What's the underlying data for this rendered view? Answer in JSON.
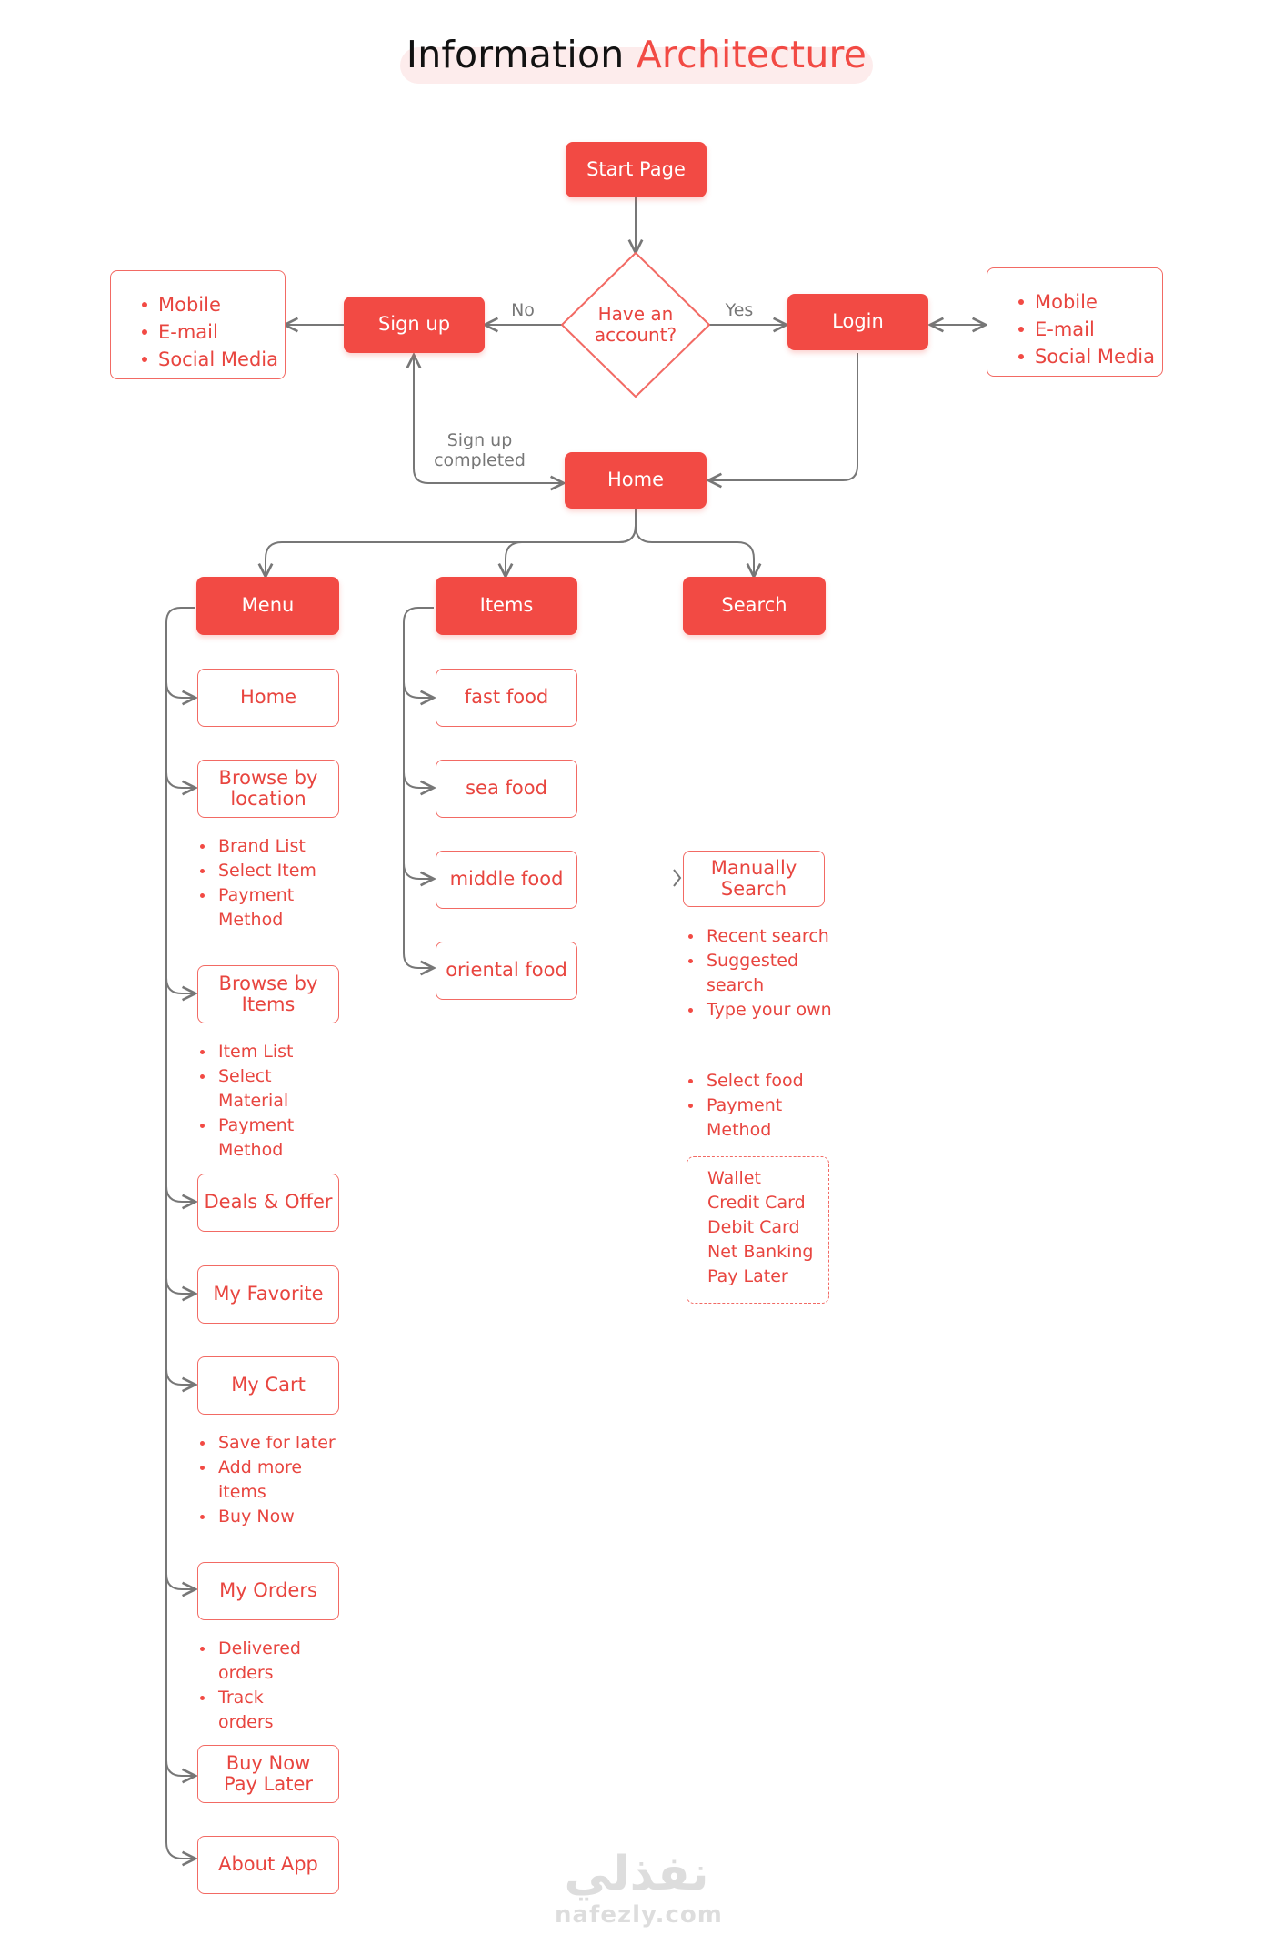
{
  "title": {
    "prefix": "Information",
    "accent": "Architecture"
  },
  "nodes": {
    "start": "Start Page",
    "decision": "Have an account?",
    "signup": "Sign up",
    "login": "Login",
    "home": "Home",
    "menu": "Menu",
    "items": "Items",
    "search": "Search"
  },
  "edge_labels": {
    "no": "No",
    "yes": "Yes",
    "signup_done": "Sign up completed"
  },
  "signup_options": [
    "Mobile",
    "E-mail",
    "Social Media"
  ],
  "login_options": [
    "Mobile",
    "E-mail",
    "Social Media"
  ],
  "menu_children": {
    "home": "Home",
    "browse_location": "Browse by location",
    "browse_location_list": [
      "Brand List",
      "Select Item",
      "Payment Method"
    ],
    "browse_items": "Browse by Items",
    "browse_items_list": [
      "Item List",
      "Select Material",
      "Payment Method"
    ],
    "deals": "Deals & Offer",
    "favorite": "My Favorite",
    "cart": "My Cart",
    "cart_list": [
      "Save for later",
      "Add more items",
      "Buy Now"
    ],
    "orders": "My Orders",
    "orders_list": [
      "Delivered orders",
      "Track orders"
    ],
    "bnpl": "Buy Now Pay Later",
    "about": "About App"
  },
  "items_children": [
    "fast food",
    "sea food",
    "middle food",
    "oriental food"
  ],
  "search_children": {
    "manual": "Manually Search",
    "manual_list": [
      "Recent search",
      "Suggested search",
      "Type your own"
    ],
    "select_list": [
      "Select food",
      "Payment Method"
    ],
    "payment_methods": [
      "Wallet",
      "Credit Card",
      "Debit Card",
      "Net Banking",
      "Pay Later"
    ]
  },
  "watermark": {
    "arabic": "نفذلي",
    "latin": "nafezly.com"
  },
  "colors": {
    "accent": "#f24a44",
    "line": "#777777"
  }
}
